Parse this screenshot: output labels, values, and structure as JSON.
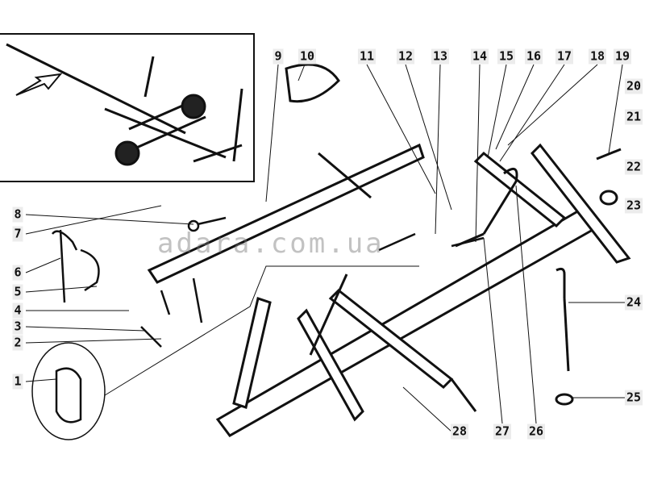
{
  "watermark": "adara.com.ua",
  "callouts": [
    "1",
    "2",
    "3",
    "4",
    "5",
    "6",
    "7",
    "8",
    "9",
    "10",
    "11",
    "12",
    "13",
    "14",
    "15",
    "16",
    "17",
    "18",
    "19",
    "20",
    "21",
    "22",
    "23",
    "24",
    "25",
    "26",
    "27",
    "28"
  ]
}
